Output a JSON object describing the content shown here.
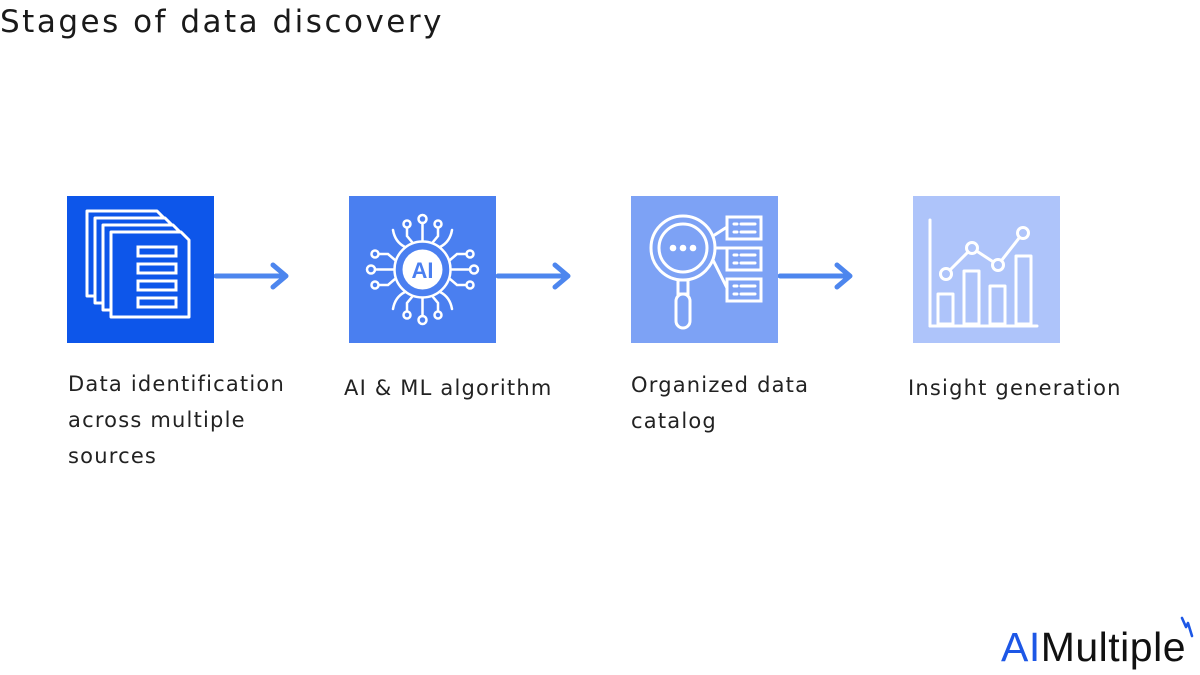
{
  "title": "Stages of data discovery",
  "stages": [
    {
      "label_lines": [
        "Data identification",
        "across multiple",
        "sources"
      ],
      "icon": "documents-icon",
      "color": "#0d56ea"
    },
    {
      "label_lines": [
        "AI & ML algorithm"
      ],
      "icon": "ai-chip-icon",
      "color": "#4a7ff0",
      "icon_text": "AI"
    },
    {
      "label_lines": [
        "Organized data",
        "catalog"
      ],
      "icon": "magnifier-catalog-icon",
      "color": "#7da2f5"
    },
    {
      "label_lines": [
        "Insight generation"
      ],
      "icon": "bar-line-chart-icon",
      "color": "#aec4fa"
    }
  ],
  "arrow_color": "#4d86ee",
  "logo": {
    "part1": "AI",
    "part2": "Multiple",
    "brand_color": "#1d57e6"
  }
}
